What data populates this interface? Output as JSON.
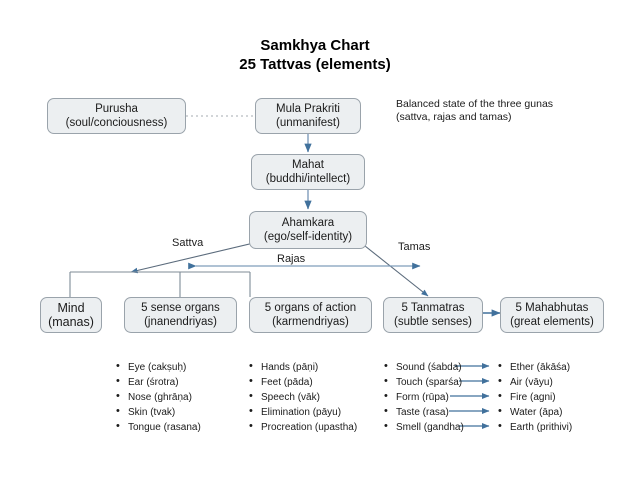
{
  "title": "Samkhya Chart\n25 Tattvas (elements)",
  "annotation": "Balanced state of the three gunas\n(sattva, rajas and tamas)",
  "nodes": {
    "purusha": {
      "line1": "Purusha",
      "line2": "(soul/conciousness)"
    },
    "prakriti": {
      "line1": "Mula Prakriti",
      "line2": "(unmanifest)"
    },
    "mahat": {
      "line1": "Mahat",
      "line2": "(buddhi/intellect)"
    },
    "ahamkara": {
      "line1": "Ahamkara",
      "line2": "(ego/self-identity)"
    },
    "mind": {
      "line1": "Mind",
      "line2": "(manas)"
    },
    "sense": {
      "line1": "5 sense organs",
      "line2": "(jnanendriyas)"
    },
    "action": {
      "line1": "5 organs of action",
      "line2": "(karmendriyas)"
    },
    "tanmatras": {
      "line1": "5 Tanmatras",
      "line2": "(subtle senses)"
    },
    "mahabhutas": {
      "line1": "5 Mahabhutas",
      "line2": "(great elements)"
    }
  },
  "gunas": {
    "sattva": "Sattva",
    "rajas": "Rajas",
    "tamas": "Tamas"
  },
  "lists": {
    "sense_organs": [
      "Eye (cakṣuḥ)",
      "Ear (śrotra)",
      "Nose (ghrāṇa)",
      "Skin (tvak)",
      "Tongue (rasana)"
    ],
    "organs_of_action": [
      "Hands (pāṇi)",
      "Feet (pāda)",
      "Speech (vāk)",
      "Elimination (pāyu)",
      "Procreation (upastha)"
    ],
    "tanmatras": [
      "Sound (śabda)",
      "Touch (sparśa)",
      "Form (rūpa)",
      "Taste (rasa)",
      "Smell (gandha)"
    ],
    "mahabhutas": [
      "Ether (ākāśa)",
      "Air (vāyu)",
      "Fire (agni)",
      "Water (āpa)",
      "Earth (prithivi)"
    ]
  },
  "colors": {
    "node_fill": "#eceff1",
    "node_border": "#9aa3ab",
    "arrow": "#41719c",
    "dotted_link": "#b8bcc0",
    "text": "#1b1b1b"
  }
}
